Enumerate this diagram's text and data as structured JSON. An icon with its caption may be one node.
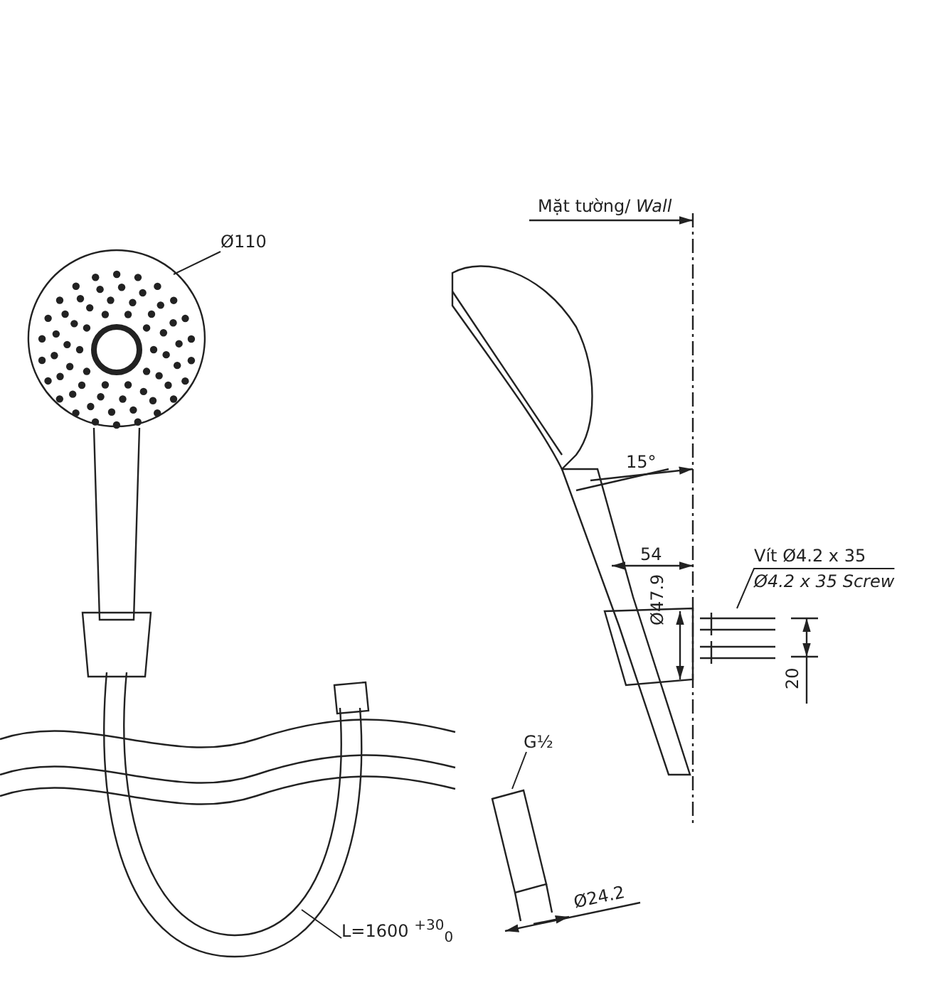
{
  "diagram": {
    "nodes": [
      {
        "text": [
          "Ø110"
        ]
      },
      {
        "text": [],
        "shape": "picture"
      },
      {
        "text": [
          "Vít Ø4.2 x 35",
          "Ø4.2 x 35 Screw"
        ]
      },
      {
        "text": [],
        "shape": "picture"
      },
      {
        "text": [
          "G½"
        ]
      },
      {
        "text": [],
        "shape": "picture"
      },
      {
        "text": [
          "L=1600 $^{+30}$$_{0}$"
        ]
      },
      {
        "text": [],
        "shape": "picture"
      }
    ],
    "edges": [
      {
        "from": 0,
        "to": 1,
        "arrow": "none"
      },
      {
        "from": 2,
        "to": 3,
        "arrow": "none"
      },
      {
        "from": 4,
        "to": 5,
        "arrow": "none"
      },
      {
        "from": 6,
        "to": 7,
        "arrow": "none"
      }
    ],
    "labels": [
      "Mặt tường/ *Wall*",
      "15°",
      "54",
      "Ø47.9",
      "20",
      "Ø24.2"
    ]
  }
}
